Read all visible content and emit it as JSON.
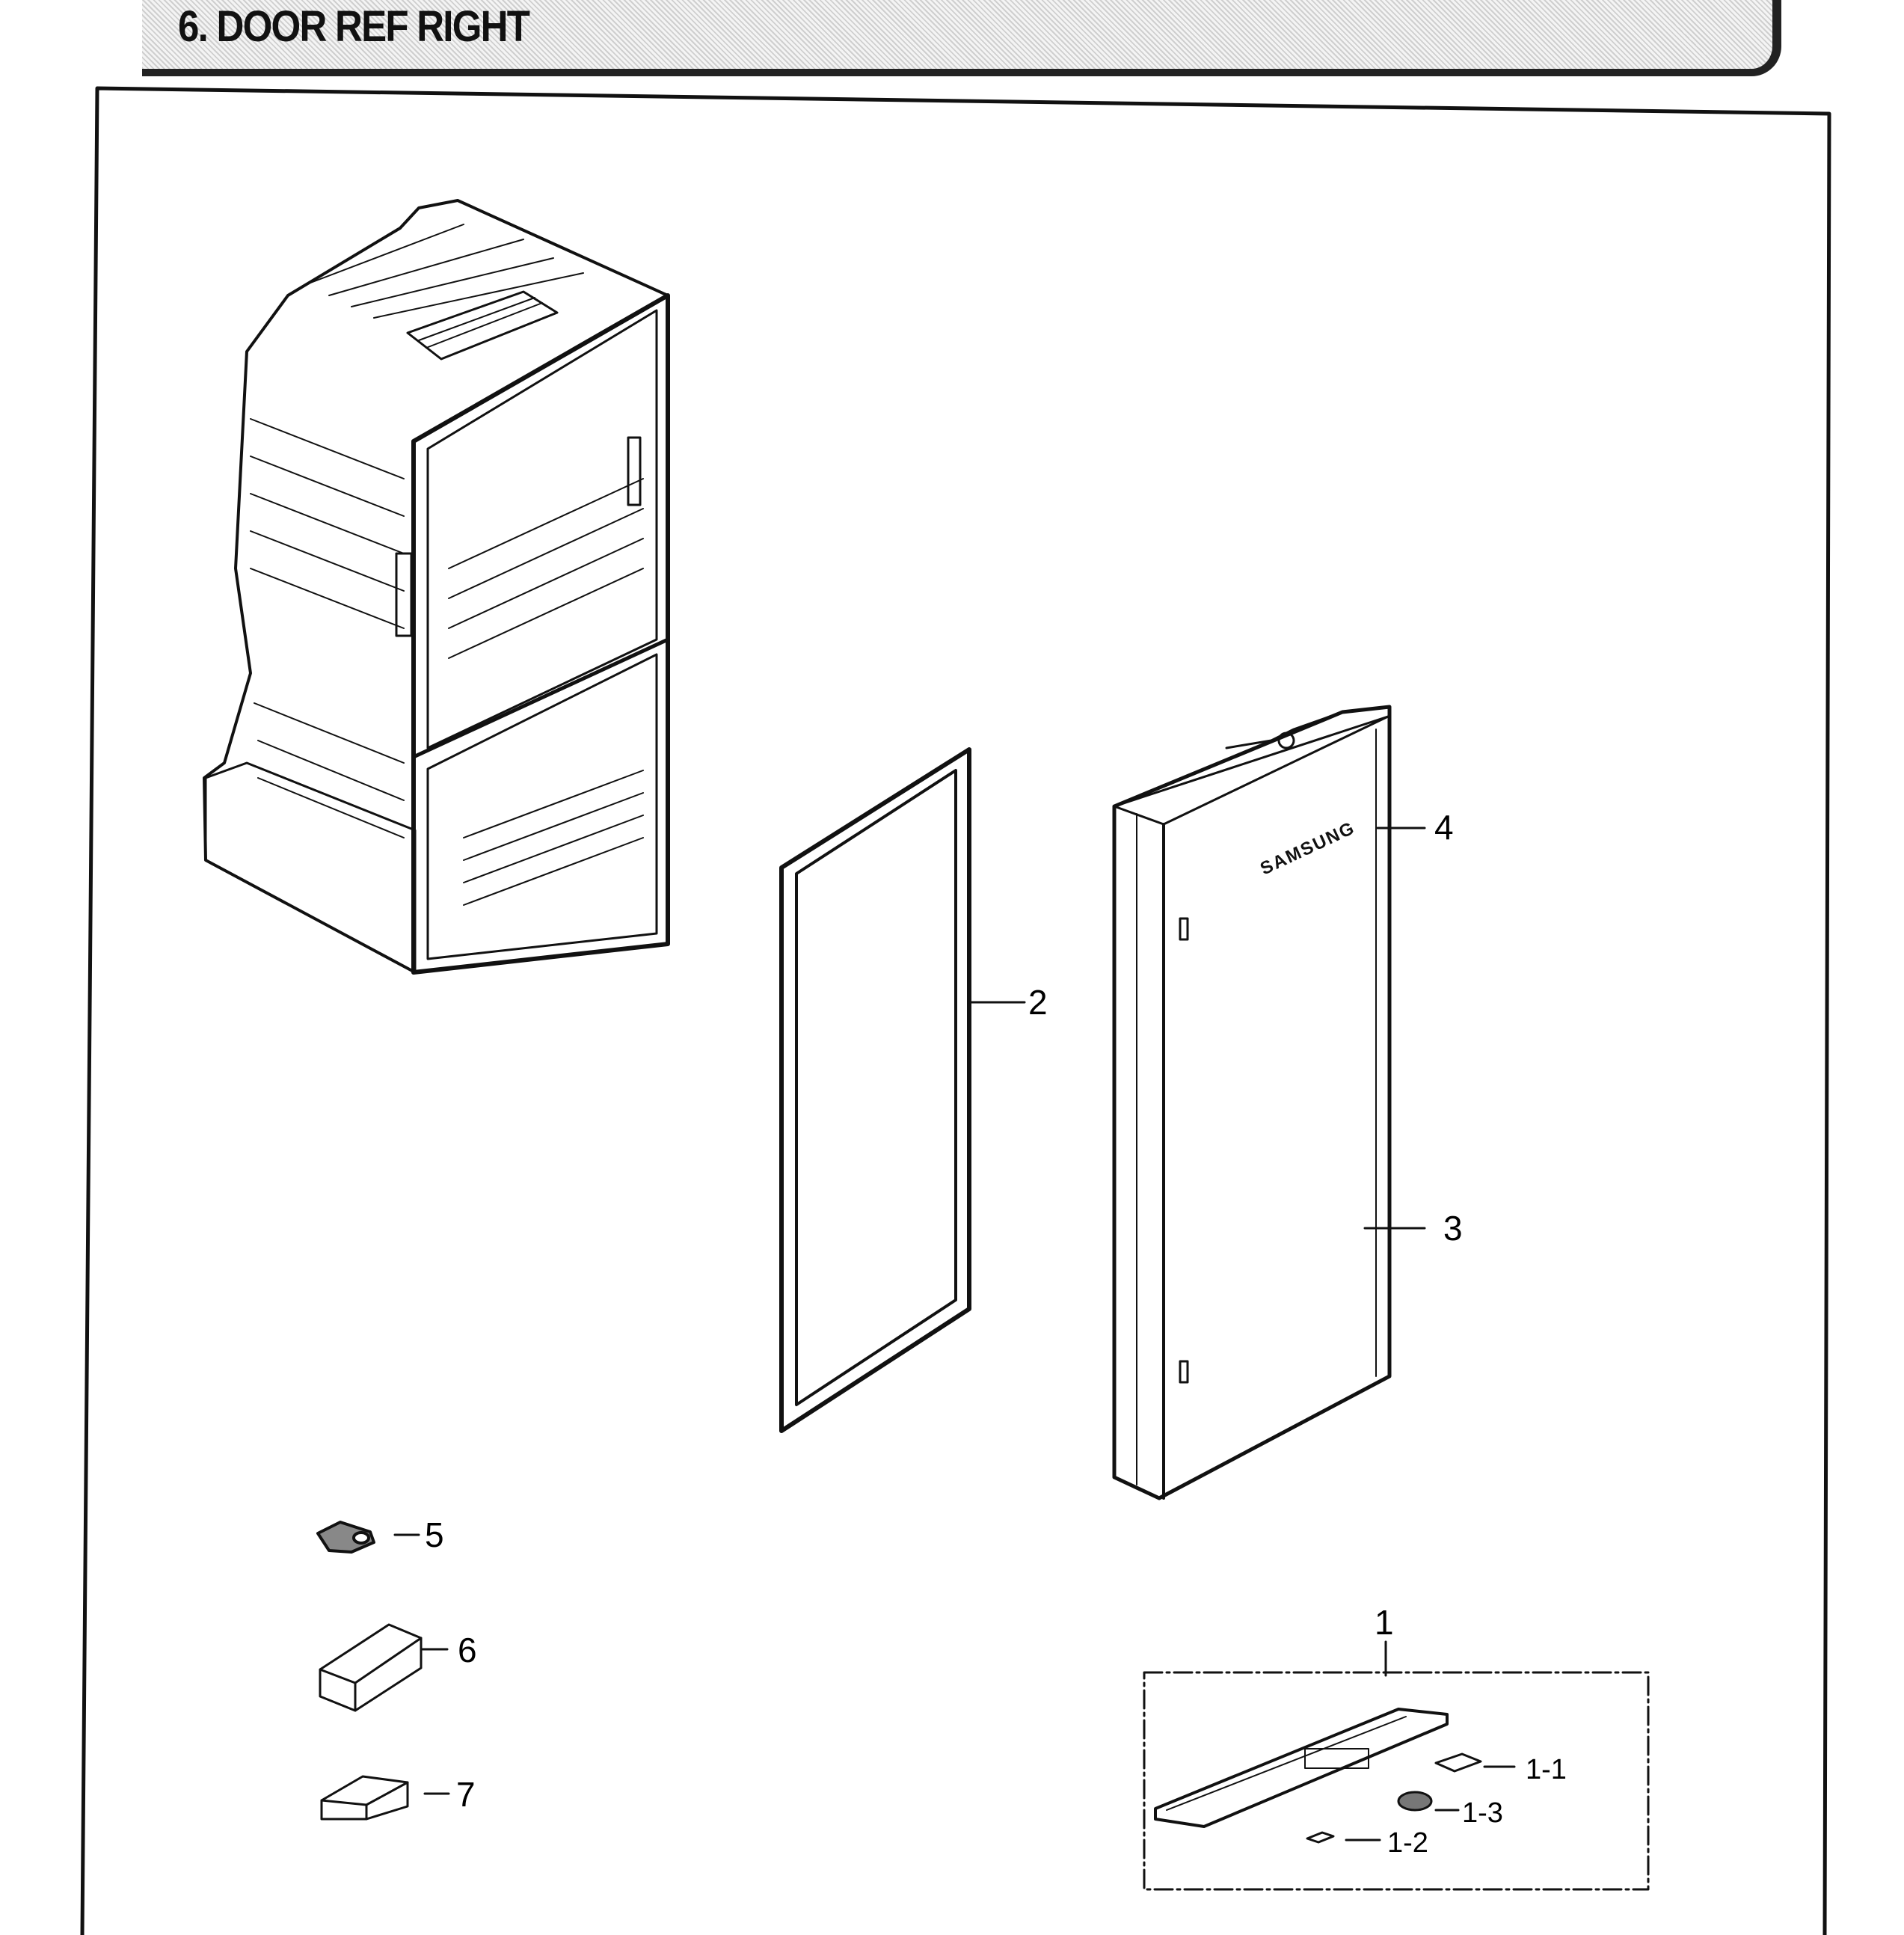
{
  "header": {
    "title": "6. DOOR REF RIGHT"
  },
  "door": {
    "logo_text": "SAMSUNG"
  },
  "callouts": {
    "c4": "4",
    "c2": "2",
    "c3": "3",
    "c5": "5",
    "c6": "6",
    "c7": "7",
    "c1": "1",
    "c1_1": "1-1",
    "c1_3": "1-3",
    "c1_2": "1-2"
  }
}
